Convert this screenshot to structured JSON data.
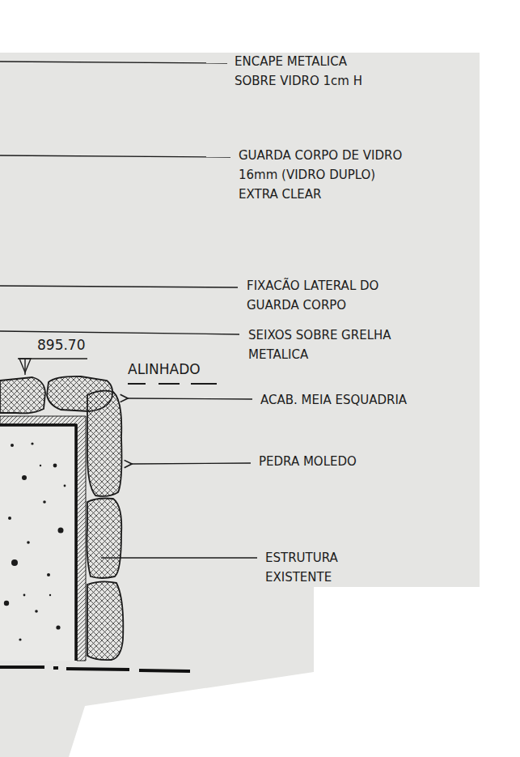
{
  "diagram": {
    "labels": [
      "ENCAPE METALICA SOBRE VIDRO 1cm H",
      "GUARDA CORPO DE VIDRO 16mm (VIDRO DUPLO) EXTRA CLEAR",
      "FIXACÃO LATERAL DO GUARDA CORPO",
      "SEIXOS SOBRE GRELHA METALICA",
      "895.70",
      "ALINHADO",
      "ACAB. MEIA ESQUADRIA",
      "PEDRA MOLEDO",
      "ESTRUTURA EXISTENTE"
    ]
  }
}
